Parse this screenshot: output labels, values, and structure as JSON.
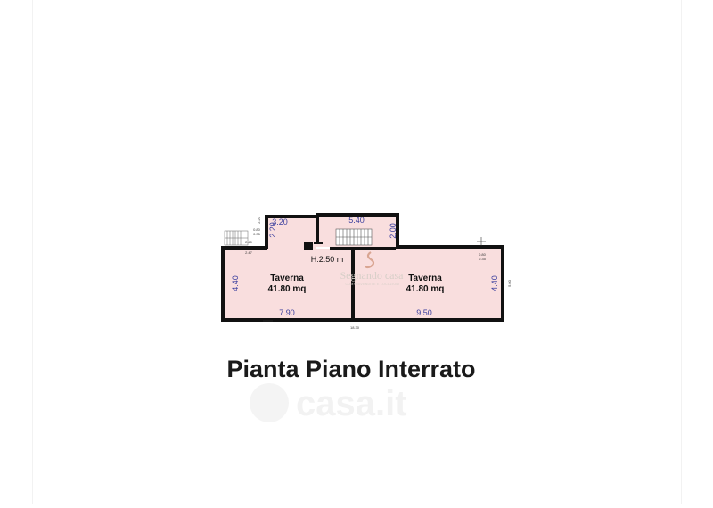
{
  "plan": {
    "title": "Pianta Piano Interrato",
    "ceiling_height": "H:2.50 m",
    "rooms": [
      {
        "name": "Taverna",
        "area": "41.80 mq"
      },
      {
        "name": "Taverna",
        "area": "41.80 mq"
      }
    ],
    "dimensions": {
      "top_left": "3.20",
      "top_right": "5.40",
      "left_upper": "2.20",
      "stair_height": "2.00",
      "left_lower": "4.40",
      "right_side": "4.40",
      "bottom_left": "7.90",
      "bottom_right": "9.50",
      "outer_bottom": "18.30",
      "outer_right": "5.00",
      "tiny_a": "2.20",
      "tiny_b": "2.40",
      "tiny_c": "2.47",
      "tiny_d": "0.80",
      "tiny_e": "0.35",
      "tiny_f": "0.80",
      "tiny_g": "0.35"
    },
    "colors": {
      "room_fill": "#f9dede",
      "wall": "#111111",
      "dimension_text": "#3b3f9e"
    }
  },
  "watermark": {
    "brand": "Segnando casa",
    "tagline": "COMPRAVENDITE E LOCAZIONI",
    "portal": "casa.it"
  }
}
